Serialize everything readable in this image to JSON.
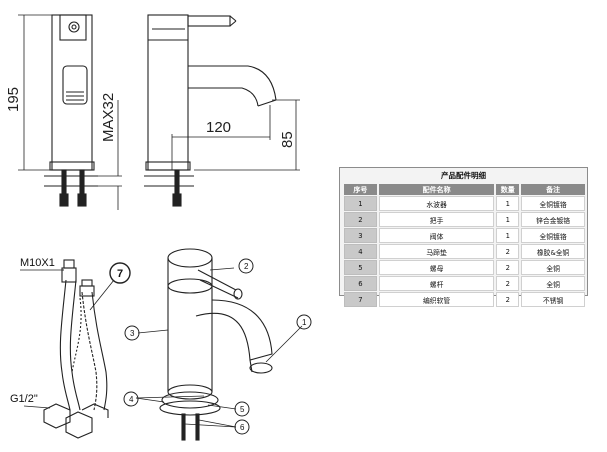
{
  "dimensions": {
    "overall_height": "195",
    "max_deck_thickness": "MAX32",
    "spout_reach": "120",
    "spout_height": "85"
  },
  "threads": {
    "hose_top": "M10X1",
    "hose_bottom": "G1/2\""
  },
  "callouts": [
    "1",
    "2",
    "3",
    "4",
    "5",
    "6",
    "7"
  ],
  "parts_table": {
    "title": "产品配件明细",
    "headers": [
      "序号",
      "配件名称",
      "数量",
      "备注"
    ],
    "rows": [
      {
        "no": "1",
        "name": "水波器",
        "qty": "1",
        "note": "全铜镀铬"
      },
      {
        "no": "2",
        "name": "把手",
        "qty": "1",
        "note": "锌合金镀铬"
      },
      {
        "no": "3",
        "name": "阀体",
        "qty": "1",
        "note": "全铜镀铬"
      },
      {
        "no": "4",
        "name": "马蹄垫",
        "qty": "2",
        "note": "橡胶&全铜"
      },
      {
        "no": "5",
        "name": "螺母",
        "qty": "2",
        "note": "全铜"
      },
      {
        "no": "6",
        "name": "螺杆",
        "qty": "2",
        "note": "全铜"
      },
      {
        "no": "7",
        "name": "编织软管",
        "qty": "2",
        "note": "不锈钢"
      }
    ]
  }
}
